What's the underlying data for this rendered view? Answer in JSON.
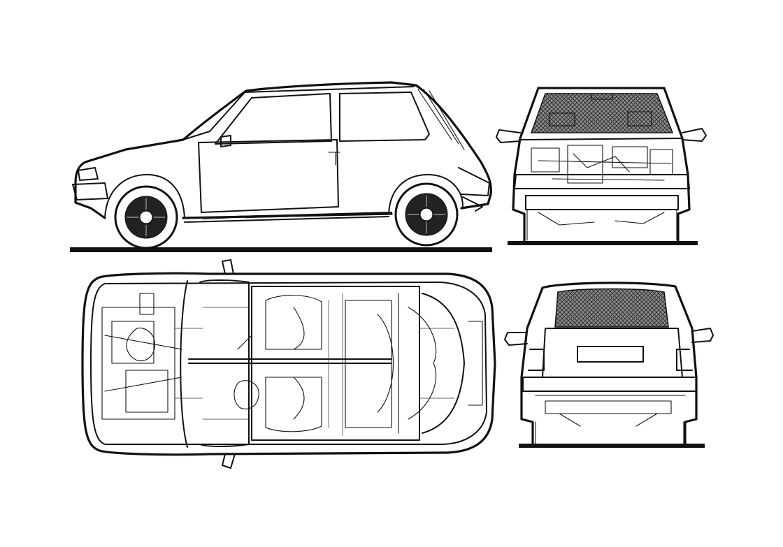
{
  "drawing": {
    "views": [
      {
        "id": "side",
        "semantic": "side-elevation-view"
      },
      {
        "id": "front",
        "semantic": "front-elevation-view"
      },
      {
        "id": "plan",
        "semantic": "plan-xray-view"
      },
      {
        "id": "rear",
        "semantic": "rear-elevation-view"
      }
    ],
    "line_color": "#111111",
    "background": "#ffffff"
  }
}
